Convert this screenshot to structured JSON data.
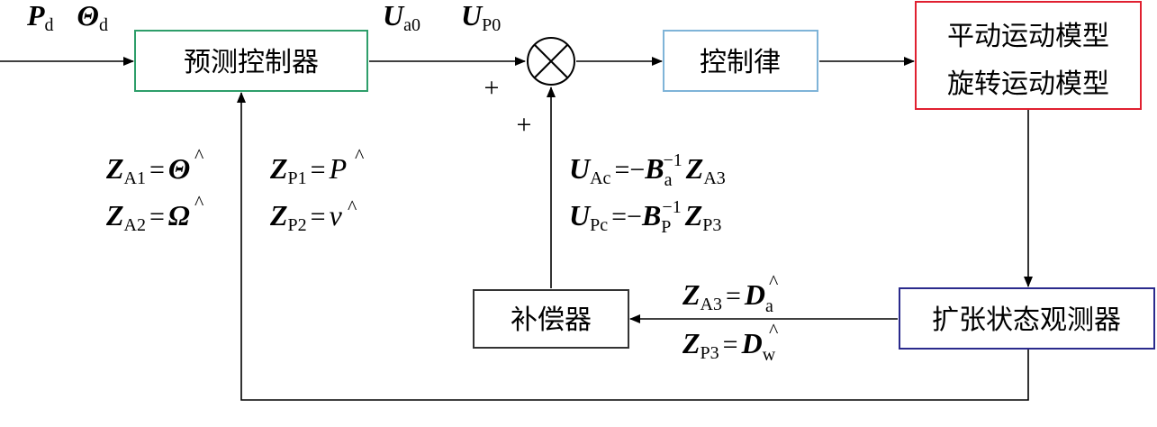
{
  "blocks": {
    "predictor": {
      "label": "预测控制器",
      "border": "#2e9e6a"
    },
    "control_law": {
      "label": "控制律",
      "border": "#7fb4d8"
    },
    "model": {
      "line1": "平动运动模型",
      "line2": "旋转运动模型",
      "border": "#e02030"
    },
    "eso": {
      "label": "扩张状态观测器",
      "border": "#2a2a8c"
    },
    "compensator": {
      "label": "补偿器",
      "border": "#333333"
    }
  },
  "summing_junction": {
    "symbol": "⊗",
    "sign_left": "+",
    "sign_bottom": "+"
  },
  "signals": {
    "input": {
      "p_sym": "P",
      "p_sub": "d",
      "theta_sym": "Θ",
      "theta_sub": "d"
    },
    "ua0": {
      "sym": "U",
      "sub": "a0"
    },
    "up0": {
      "sym": "U",
      "sub": "P0"
    },
    "za1": {
      "lhs": "Z",
      "sub": "A1",
      "eq": "=",
      "rhs": "Θ"
    },
    "za2": {
      "lhs": "Z",
      "sub": "A2",
      "eq": "=",
      "rhs": "Ω"
    },
    "zp1": {
      "lhs": "Z",
      "sub": "P1",
      "eq": "=",
      "rhs": "P"
    },
    "zp2": {
      "lhs": "Z",
      "sub": "P2",
      "eq": "=",
      "rhs": "v"
    },
    "uac": {
      "lhs": "U",
      "sub": "Ac",
      "eq": "=−",
      "b": "B",
      "bsub": "a",
      "sup": "−1",
      "z": "Z",
      "zsub": "A3"
    },
    "upc": {
      "lhs": "U",
      "sub": "Pc",
      "eq": "=−",
      "b": "B",
      "bsub": "P",
      "sup": "−1",
      "z": "Z",
      "zsub": "P3"
    },
    "za3": {
      "lhs": "Z",
      "sub": "A3",
      "eq": "=",
      "rhs": "D",
      "rsub": "a"
    },
    "zp3": {
      "lhs": "Z",
      "sub": "P3",
      "eq": "=",
      "rhs": "D",
      "rsub": "w"
    },
    "hat": "^"
  }
}
